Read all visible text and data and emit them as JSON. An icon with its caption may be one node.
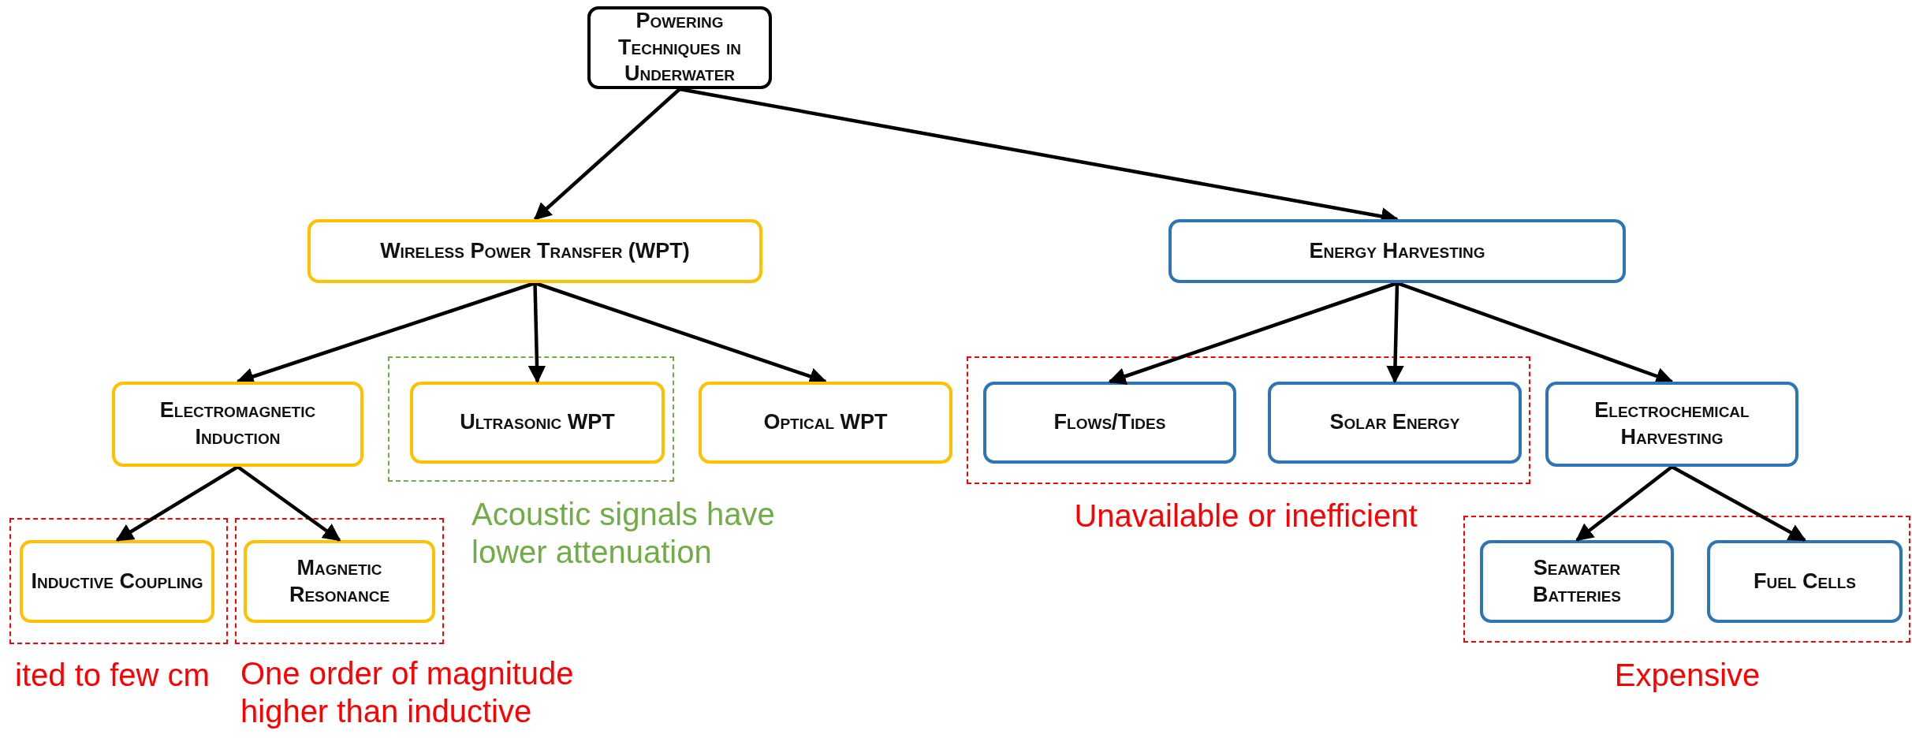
{
  "diagram": {
    "nodes": [
      {
        "text": [
          "Powering Techniques in Underwater"
        ]
      },
      {
        "text": [
          "Wireless Power Transfer (WPT)"
        ]
      },
      {
        "text": [
          "Energy Harvesting"
        ]
      },
      {
        "text": [
          "Electromagnetic Induction"
        ]
      },
      {
        "text": [
          "Acoustic signals have lower attenuation"
        ]
      },
      {
        "text": [
          "Ultrasonic WPT"
        ],
        "in": 4
      },
      {
        "text": [
          "Optical WPT"
        ]
      },
      {
        "text": [
          "Unavailable or inefficient"
        ]
      },
      {
        "text": [
          "Flows/Tides"
        ],
        "in": 7
      },
      {
        "text": [
          "Solar Energy"
        ],
        "in": 7
      },
      {
        "text": [
          "Electrochemical Harvesting"
        ]
      },
      {
        "text": [
          "ited to few cm"
        ]
      },
      {
        "text": [
          "Inductive Coupling"
        ],
        "in": 11
      },
      {
        "text": [
          "One order of magnitude higher than inductive"
        ]
      },
      {
        "text": [
          "Magnetic Resonance"
        ],
        "in": 13
      },
      {
        "text": [
          "Expensive"
        ]
      },
      {
        "text": [
          "Seawater Batteries"
        ],
        "in": 15
      },
      {
        "text": [
          "Fuel Cells"
        ],
        "in": 15
      }
    ],
    "edges": [
      {
        "from": 0,
        "to": 1,
        "arrow": "to"
      },
      {
        "from": 0,
        "to": 2,
        "arrow": "to"
      },
      {
        "from": 1,
        "to": 3,
        "arrow": "to"
      },
      {
        "from": 1,
        "to": 5,
        "arrow": "to"
      },
      {
        "from": 1,
        "to": 6,
        "arrow": "to"
      },
      {
        "from": 2,
        "to": 8,
        "arrow": "to"
      },
      {
        "from": 2,
        "to": 9,
        "arrow": "to"
      },
      {
        "from": 2,
        "to": 10,
        "arrow": "to"
      },
      {
        "from": 3,
        "to": 12,
        "arrow": "to"
      },
      {
        "from": 3,
        "to": 14,
        "arrow": "to"
      },
      {
        "from": 10,
        "to": 16,
        "arrow": "to"
      },
      {
        "from": 10,
        "to": 17,
        "arrow": "to"
      }
    ]
  }
}
